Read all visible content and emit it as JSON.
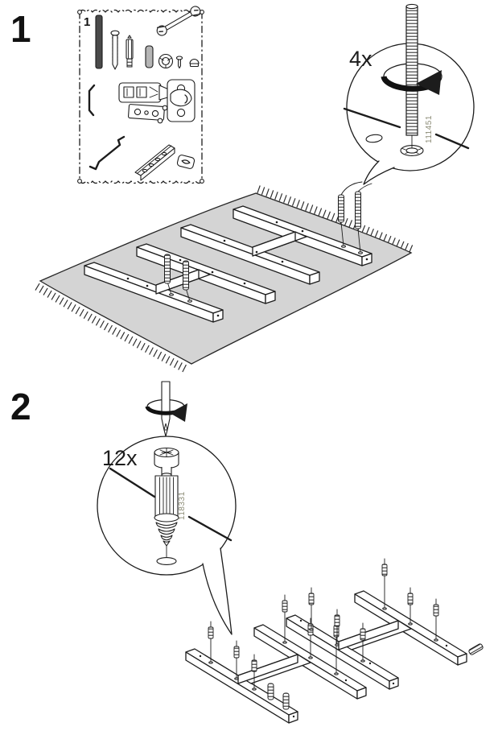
{
  "document": {
    "type": "assembly-instruction-manual-page",
    "background": "#ffffff"
  },
  "steps": [
    {
      "number": "1",
      "quantity": "4x",
      "part_number": "111451",
      "detail": "threaded-rod-screwed-into-frame-hole",
      "rotation": "clockwise-arrow"
    },
    {
      "number": "2",
      "quantity": "12x",
      "part_number": "118331",
      "detail": "dowel-screw-driven-with-screwdriver",
      "rotation": "clockwise-arrow"
    }
  ],
  "parts_box": {
    "label": "1",
    "items": [
      "threaded-rod",
      "countersunk-screw",
      "dowel-screw",
      "wood-dowel",
      "cam-lock",
      "small-screw",
      "cap-nut",
      "open-end-wrench",
      "hinge",
      "hinge-mounting-plate",
      "allen-key",
      "bent-assembly-rod",
      "drawer-rail",
      "metal-clip"
    ]
  },
  "scene": {
    "step1": "two ladder frames lying on a fringed rug, four threaded rods inserted",
    "step2": "two ladder frames with twelve dowel screws inserted"
  },
  "colors": {
    "line": "#1c1c1c",
    "rug": "#d4d4d4",
    "dark_part": "#4a4a4a",
    "wood_dowel": "#b5b5b5",
    "part_number_text": "#8a8a74",
    "text": "#111111"
  }
}
